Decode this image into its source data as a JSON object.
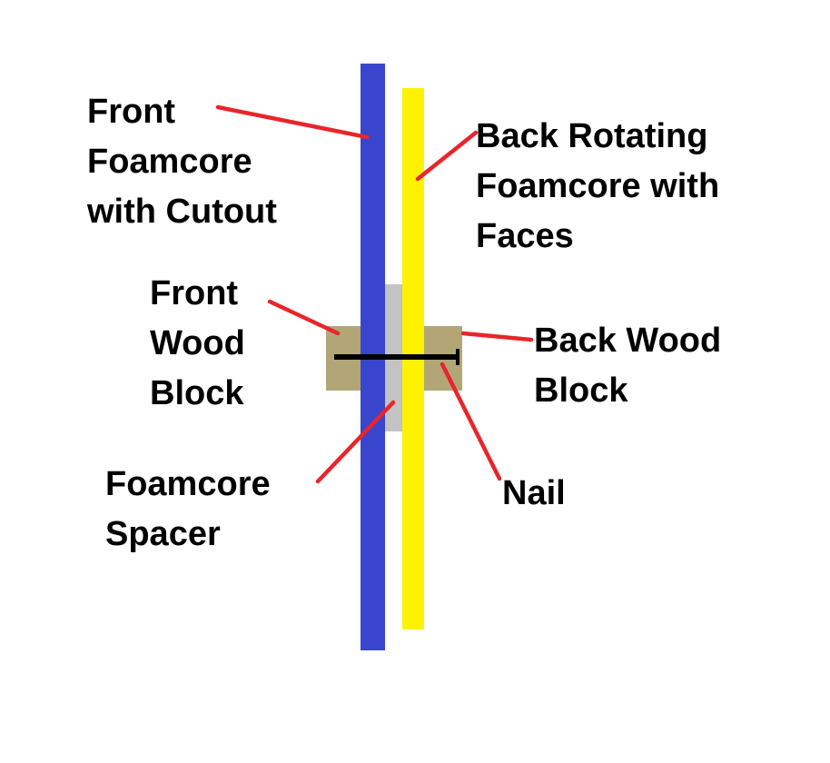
{
  "colors": {
    "front_foamcore": "#3a45cd",
    "back_foamcore": "#fef200",
    "spacer": "#c3c3c3",
    "wood_block": "#b2a676",
    "leader": "#e8252a",
    "nail": "#000000",
    "label_text": "#000000",
    "background": "#ffffff"
  },
  "labels": {
    "front_foamcore": "Front\nFoamcore\nwith Cutout",
    "back_foamcore": "Back Rotating\nFoamcore with\nFaces",
    "front_wood_block": "Front\nWood\nBlock",
    "back_wood_block": "Back Wood\nBlock",
    "foamcore_spacer": "Foamcore\nSpacer",
    "nail": "Nail"
  }
}
